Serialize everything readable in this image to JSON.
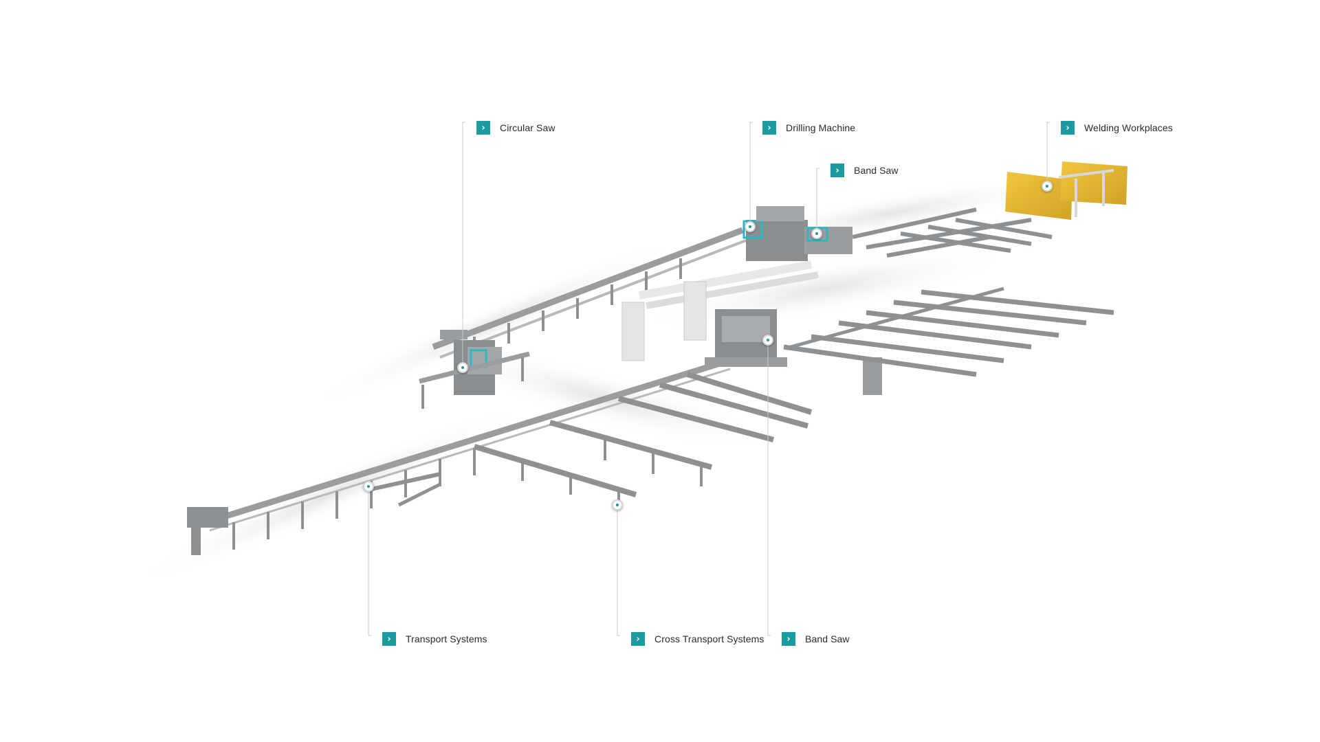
{
  "colors": {
    "accent": "#1b9aa0",
    "machine_grey": "#8e9193",
    "welding_yellow": "#e2b52e",
    "text": "#2b2b2b"
  },
  "callouts": {
    "circular_saw": {
      "label": "Circular Saw",
      "icon": "chevron-right-icon"
    },
    "drilling_machine": {
      "label": "Drilling Machine",
      "icon": "chevron-right-icon"
    },
    "band_saw_top": {
      "label": "Band Saw",
      "icon": "chevron-right-icon"
    },
    "welding_workplaces": {
      "label": "Welding Workplaces",
      "icon": "chevron-right-icon"
    },
    "transport_systems": {
      "label": "Transport Systems",
      "icon": "chevron-right-icon"
    },
    "cross_transport_systems": {
      "label": "Cross Transport Systems",
      "icon": "chevron-right-icon"
    },
    "band_saw_bottom": {
      "label": "Band Saw",
      "icon": "chevron-right-icon"
    }
  }
}
